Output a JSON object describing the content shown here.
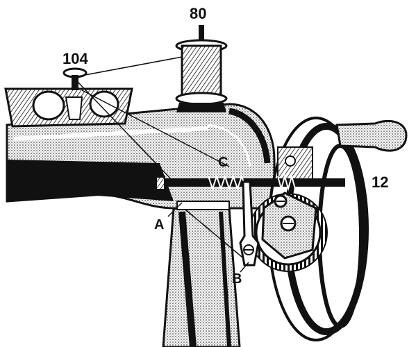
{
  "labels": {
    "spool_pin": "80",
    "tension_screw": "104",
    "handwheel": "12",
    "point_a": "A",
    "point_b": "B",
    "point_c": "C"
  },
  "colors": {
    "ink": "#111111",
    "paper": "#ffffff"
  }
}
